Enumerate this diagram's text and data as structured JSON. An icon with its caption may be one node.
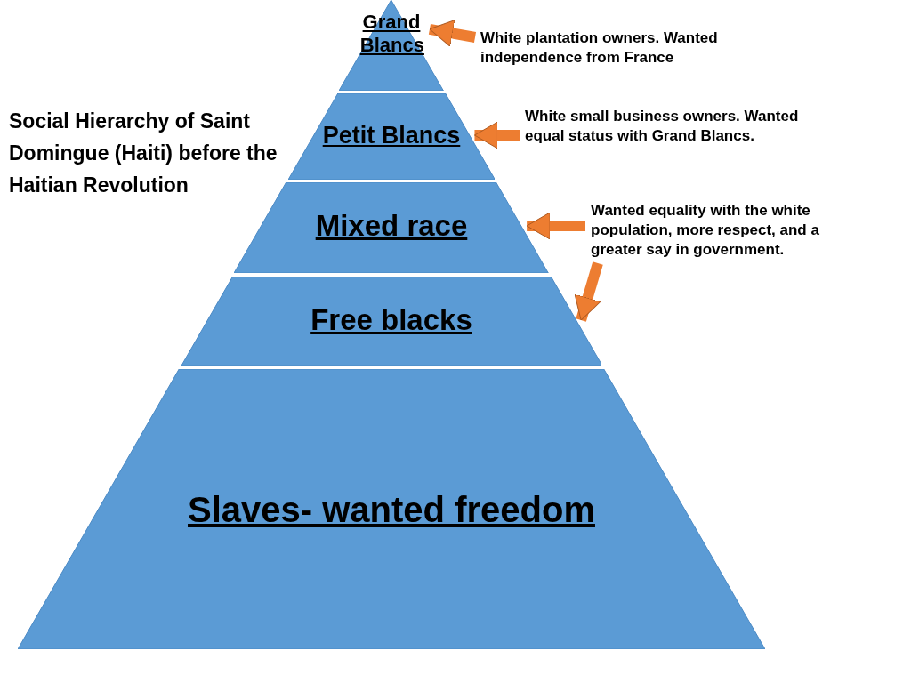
{
  "diagram": {
    "title": "Social Hierarchy of Saint Domingue (Haiti) before the Haitian Revolution",
    "nodes": [
      {
        "text": [
          "Grand Blancs"
        ]
      },
      {
        "text": [
          "Petit Blancs"
        ]
      },
      {
        "text": [
          "Mixed race"
        ]
      },
      {
        "text": [
          "Free blacks"
        ]
      },
      {
        "text": [
          "Slaves- wanted freedom"
        ]
      },
      {
        "text": [
          "White plantation owners.  Wanted independence from France"
        ]
      },
      {
        "text": [
          "White small business owners. Wanted equal status with Grand Blancs."
        ]
      },
      {
        "text": [
          "Wanted equality with the white population, more respect, and a greater say in government."
        ]
      }
    ],
    "edges": [
      {
        "from": 5,
        "to": 0,
        "arrow": "to"
      },
      {
        "from": 6,
        "to": 1,
        "arrow": "to"
      },
      {
        "from": 7,
        "to": 2,
        "arrow": "to"
      },
      {
        "from": 7,
        "to": 3,
        "arrow": "to"
      }
    ]
  }
}
